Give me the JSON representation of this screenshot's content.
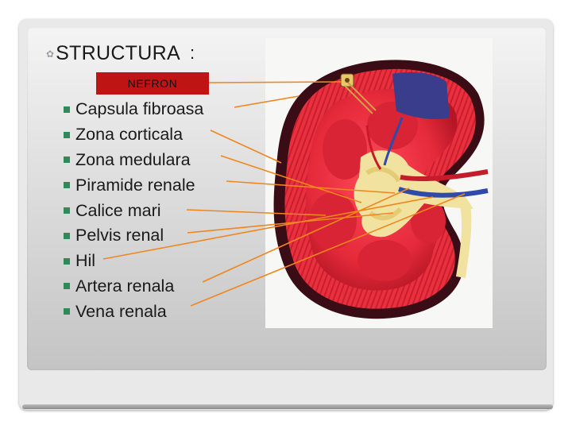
{
  "title": {
    "text": "STRUCTURA",
    "colon": ":"
  },
  "nephron_label": "NEFRON",
  "items": [
    {
      "label": "Capsula fibroasa"
    },
    {
      "label": "Zona corticala"
    },
    {
      "label": "Zona medulara"
    },
    {
      "label": "Piramide renale"
    },
    {
      "label": "Calice mari"
    },
    {
      "label": "Pelvis renal"
    },
    {
      "label": "Hil"
    },
    {
      "label": "Artera renala"
    },
    {
      "label": "Vena renala"
    }
  ],
  "colors": {
    "label_box": "#bf1414",
    "leader_lines": "#f0861e",
    "bullet": "#2e8b57"
  }
}
